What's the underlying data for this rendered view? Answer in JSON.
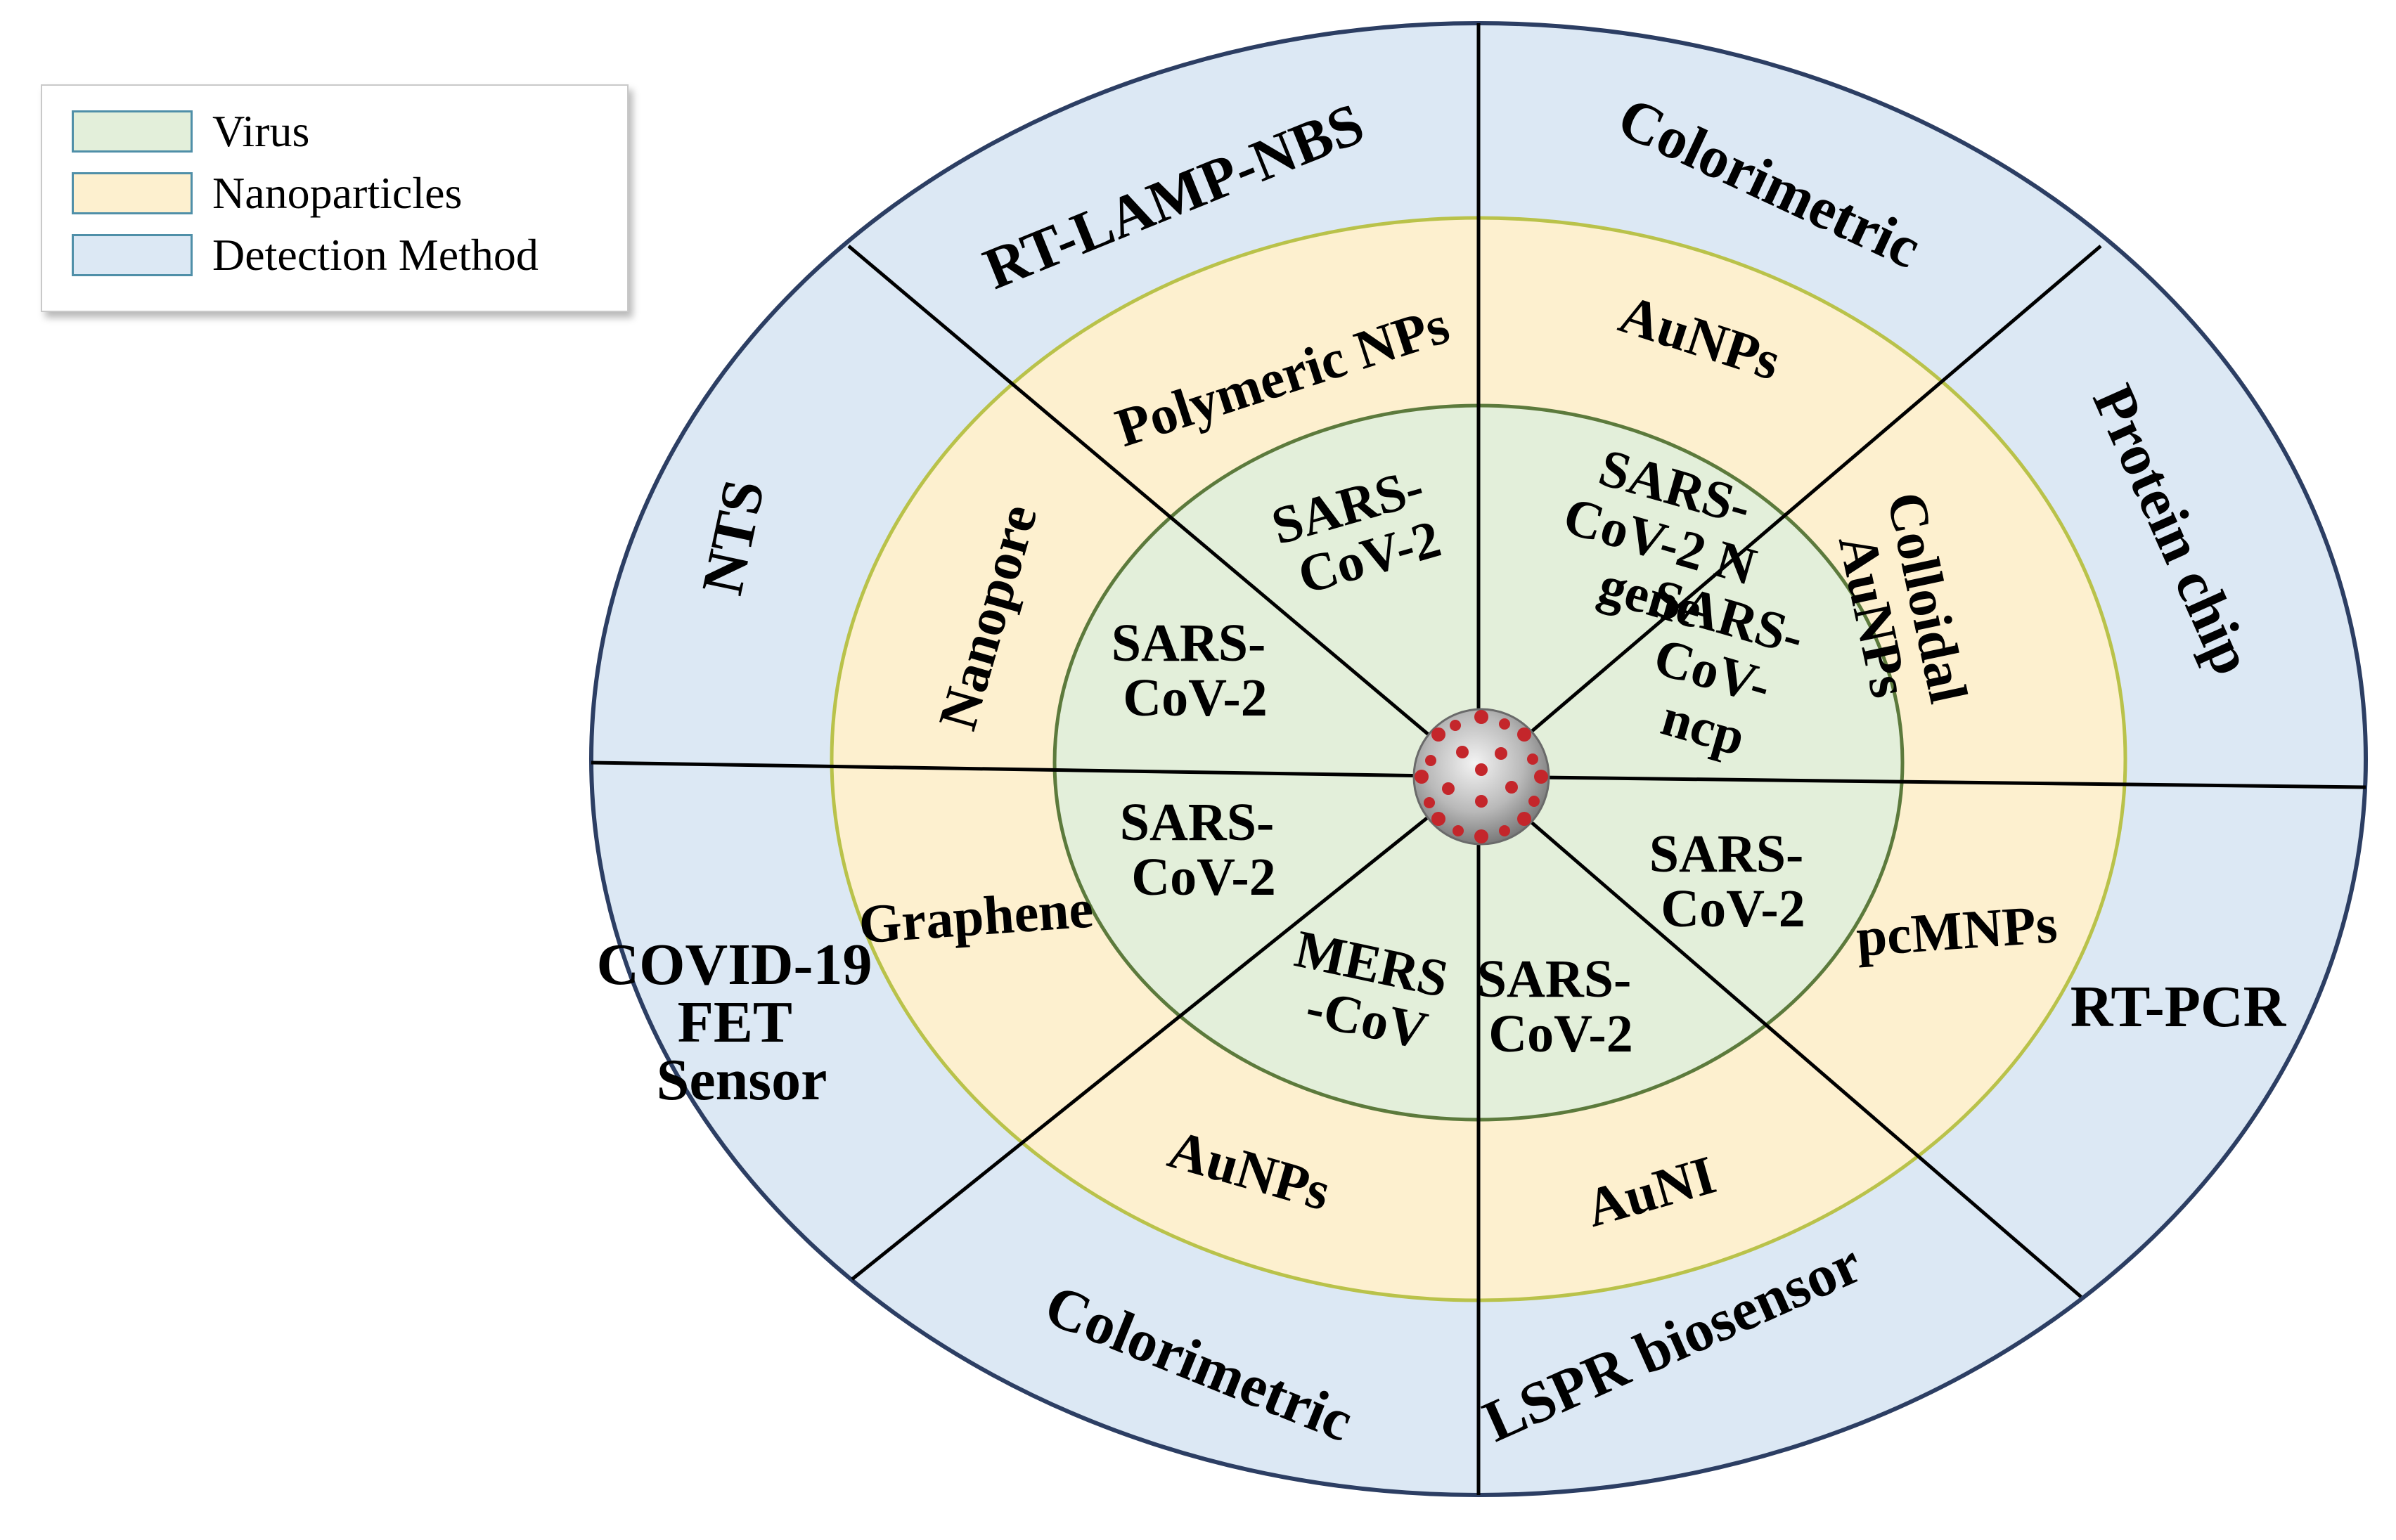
{
  "legend": {
    "items": [
      {
        "label": "Virus",
        "color": "#e3efda"
      },
      {
        "label": "Nanoparticles",
        "color": "#fdf0cf"
      },
      {
        "label": "Detection Method",
        "color": "#dce8f4"
      }
    ]
  },
  "colors": {
    "virus_ring": "#e3efda",
    "nanoparticle_ring": "#fdf0cf",
    "detection_ring": "#dce8f4",
    "ring_border_inner": "#5c7a3c",
    "ring_border_middle": "#b9c24a",
    "ring_border_outer": "#2c3e63",
    "divider": "#000000"
  },
  "center": {
    "icon": "coronavirus-icon"
  },
  "sectors": [
    {
      "detection": "Colorimetric",
      "nanoparticle": "AuNPs",
      "virus": [
        "SARS-",
        "CoV-2 N",
        "gene"
      ]
    },
    {
      "detection": "Protein chip",
      "nanoparticle": [
        "Colloidal",
        "AuNPs"
      ],
      "virus": [
        "SARS-",
        "CoV-",
        "ncp"
      ]
    },
    {
      "detection": "RT-PCR",
      "nanoparticle": "pcMNPs",
      "virus": [
        "SARS-",
        "CoV-2"
      ]
    },
    {
      "detection": "LSPR biosensor",
      "nanoparticle": "AuNI",
      "virus": [
        "SARS-",
        "CoV-2"
      ]
    },
    {
      "detection": "Colorimetric",
      "nanoparticle": "AuNPs",
      "virus": [
        "MERS",
        "-CoV"
      ]
    },
    {
      "detection": [
        "COVID-19",
        "FET",
        "Sensor"
      ],
      "nanoparticle": "Graphene",
      "virus": [
        "SARS-",
        "CoV-2"
      ]
    },
    {
      "detection": "NTS",
      "nanoparticle": "Nanopore",
      "virus": [
        "SARS-",
        "CoV-2"
      ]
    },
    {
      "detection": "RT-LAMP-NBS",
      "nanoparticle": "Polymeric NPs",
      "virus": [
        "SARS-",
        "CoV-2"
      ]
    }
  ]
}
